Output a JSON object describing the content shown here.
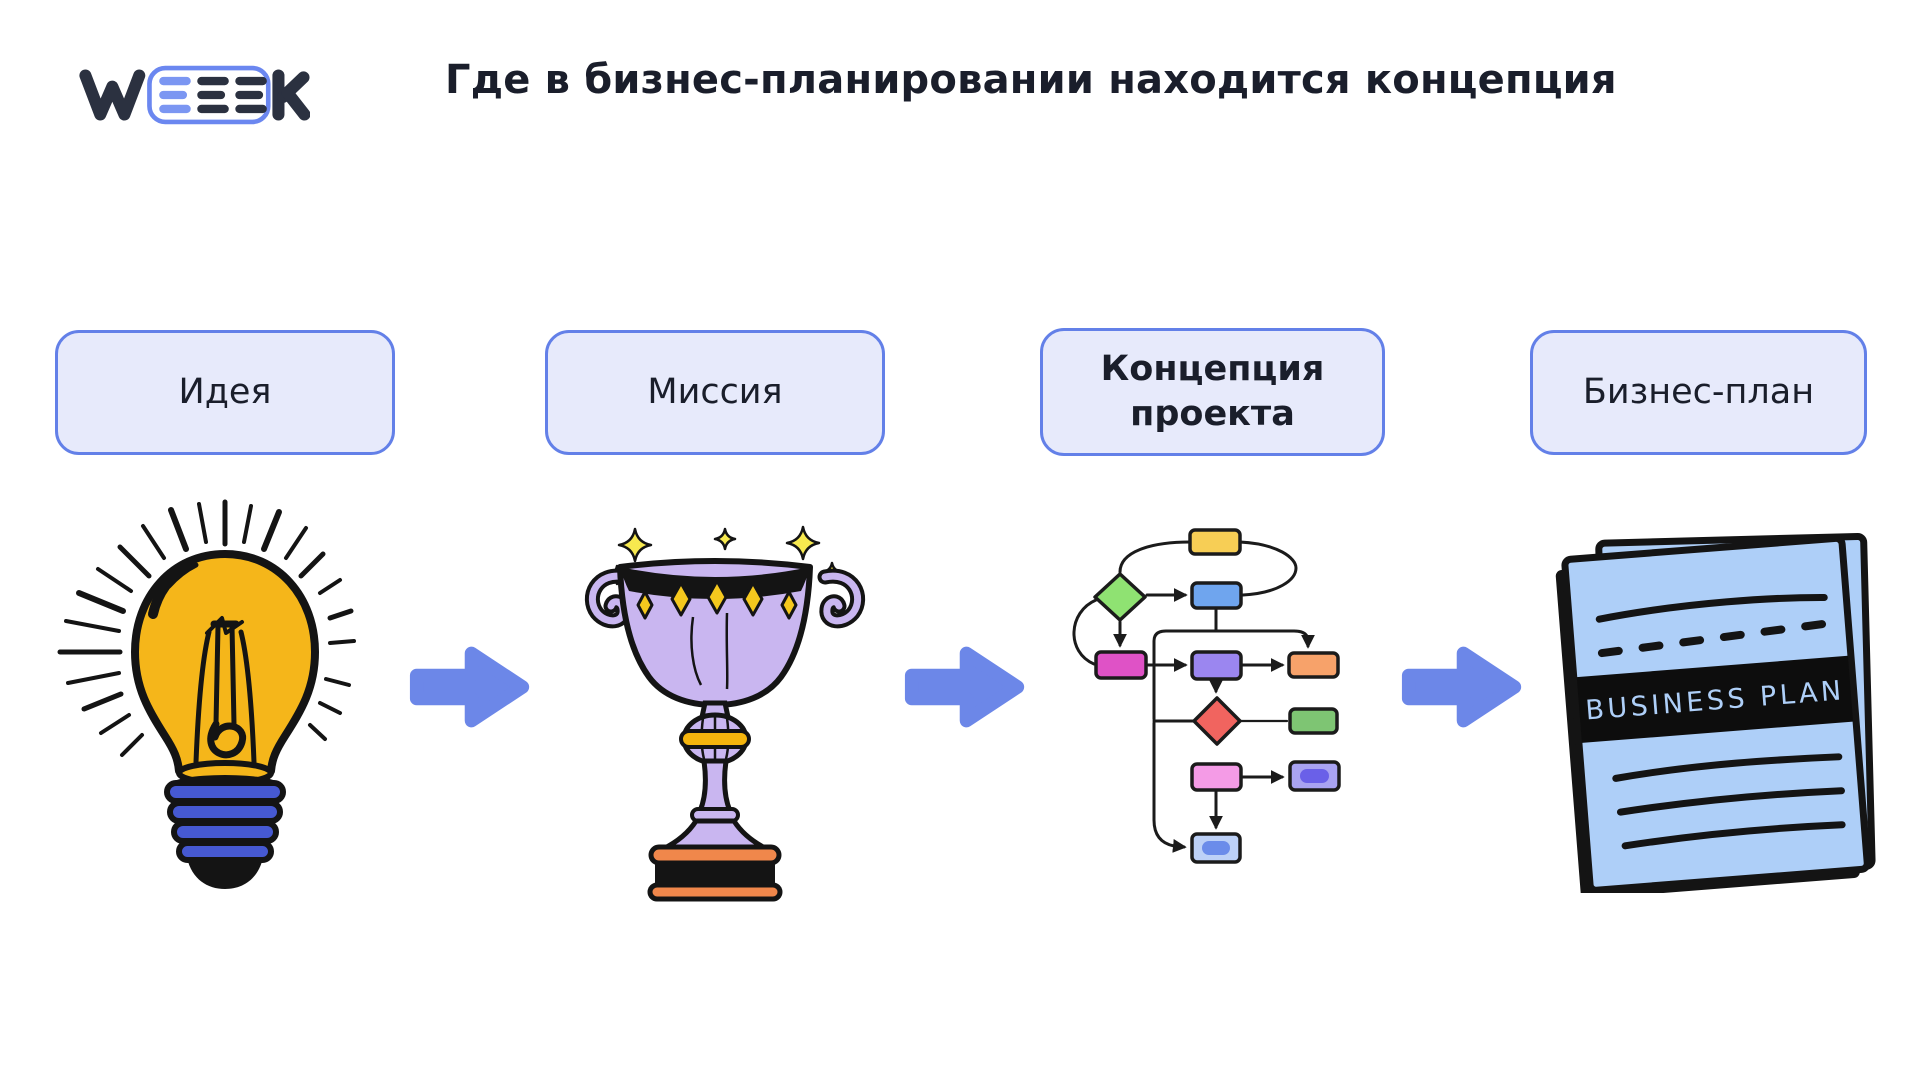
{
  "header": {
    "title": "Где в бизнес-планировании находится концепция",
    "logo": {
      "brand": "WEEEK",
      "letter_w": "W",
      "letter_k": "K"
    }
  },
  "stages": [
    {
      "label": "Идея",
      "emphasis": false,
      "illustration": "lightbulb"
    },
    {
      "label": "Миссия",
      "emphasis": false,
      "illustration": "trophy"
    },
    {
      "label": "Концепция проекта",
      "emphasis": true,
      "illustration": "flowchart"
    },
    {
      "label": "Бизнес-план",
      "emphasis": false,
      "illustration": "business-plan-document"
    }
  ],
  "document_illustration": {
    "cover_title": "BUSINESS PLAN"
  },
  "theme": {
    "colors": {
      "accent": "#6C87E8",
      "box-fill": "#E7EAFB",
      "box-border": "#6380E8",
      "text-dark": "#1A1E2B",
      "logo-dark": "#2B3140",
      "logo-accent": "#7B96F2",
      "logo-border": "#6B87F0"
    }
  }
}
